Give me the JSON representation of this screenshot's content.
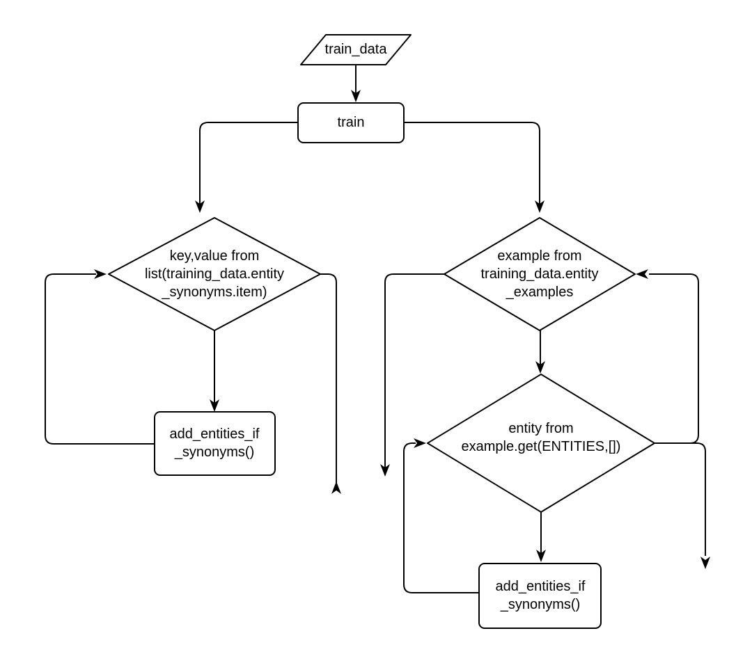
{
  "diagram": {
    "background_color": "#ffffff",
    "stroke_color": "#000000",
    "text_color": "#000000",
    "nodes": {
      "train_data": {
        "label": "train_data",
        "shape": "parallelogram"
      },
      "train": {
        "label": "train",
        "shape": "rounded-rectangle"
      },
      "loop_synonyms": {
        "label": "key,value from\nlist(training_data.entity\n_synonyms.item)",
        "shape": "diamond"
      },
      "add_entities_left": {
        "label": "add_entities_if\n_synonyms()",
        "shape": "rounded-rectangle"
      },
      "loop_examples": {
        "label": "example from\ntraining_data.entity\n_examples",
        "shape": "diamond"
      },
      "loop_entities": {
        "label": "entity from\nexample.get(ENTITIES,[])",
        "shape": "diamond"
      },
      "add_entities_right": {
        "label": "add_entities_if\n_synonyms()",
        "shape": "rounded-rectangle"
      }
    }
  }
}
